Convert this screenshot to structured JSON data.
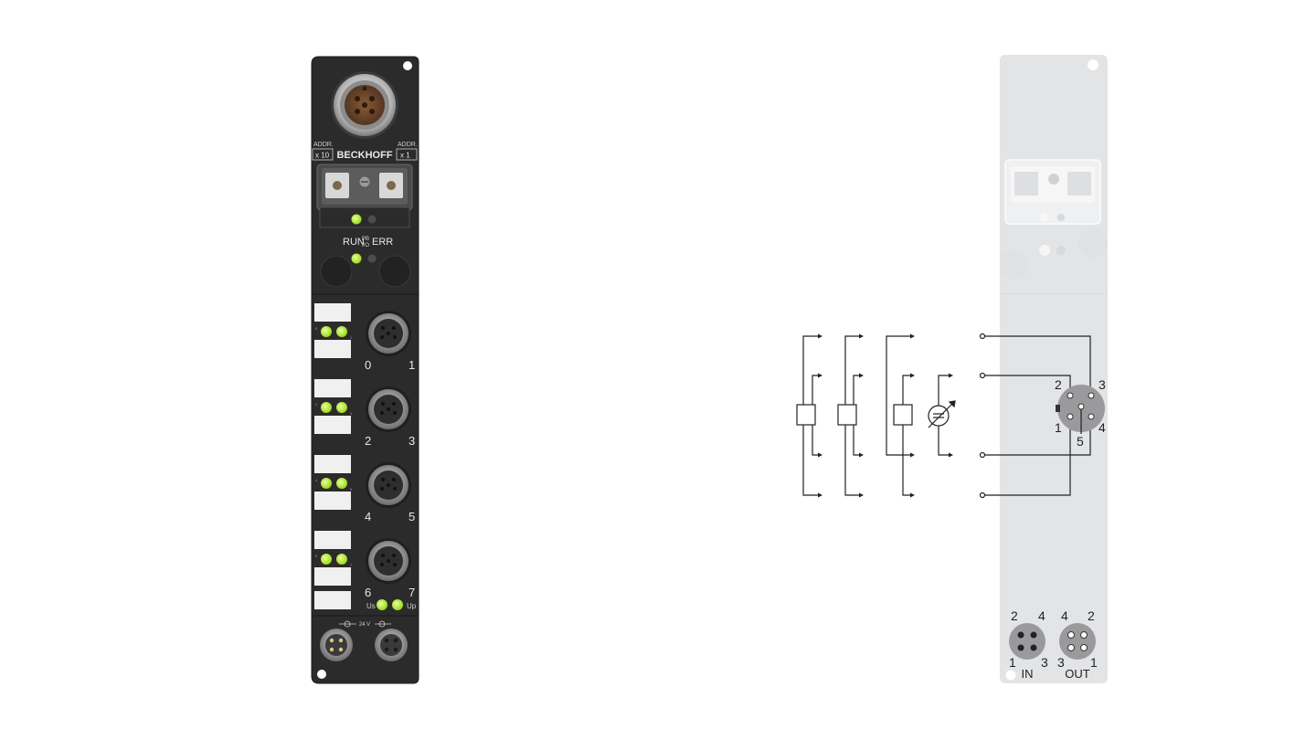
{
  "module": {
    "brand": "BECKHOFF",
    "addr_left": {
      "title": "ADDR.",
      "value": "x 10"
    },
    "addr_right": {
      "title": "ADDR.",
      "value": "x 1"
    },
    "status": {
      "run": "RUN",
      "pb": "PB",
      "io": "I/O",
      "err": "ERR"
    },
    "ports": [
      {
        "left": "0",
        "right": "1",
        "led_left": "0",
        "led_right": "1"
      },
      {
        "left": "2",
        "right": "3",
        "led_left": "2",
        "led_right": "3"
      },
      {
        "left": "4",
        "right": "5",
        "led_left": "4",
        "led_right": "5"
      },
      {
        "left": "6",
        "right": "7",
        "led_left": "6",
        "led_right": "7"
      }
    ],
    "power_leds": {
      "us": "Us",
      "up": "Up"
    },
    "power_label": "24 V"
  },
  "pinout": {
    "pins": {
      "p1": "1",
      "p2": "2",
      "p3": "3",
      "p4": "4",
      "p5": "5"
    },
    "power_in": {
      "label": "IN",
      "pins": [
        "2",
        "4",
        "1",
        "3"
      ]
    },
    "power_out": {
      "label": "OUT",
      "pins": [
        "4",
        "2",
        "3",
        "1"
      ]
    }
  },
  "colors": {
    "housing": "#2b2b2b",
    "led": "#a6e22e",
    "panel_gray": "#e2e4e6",
    "line": "#222222"
  }
}
